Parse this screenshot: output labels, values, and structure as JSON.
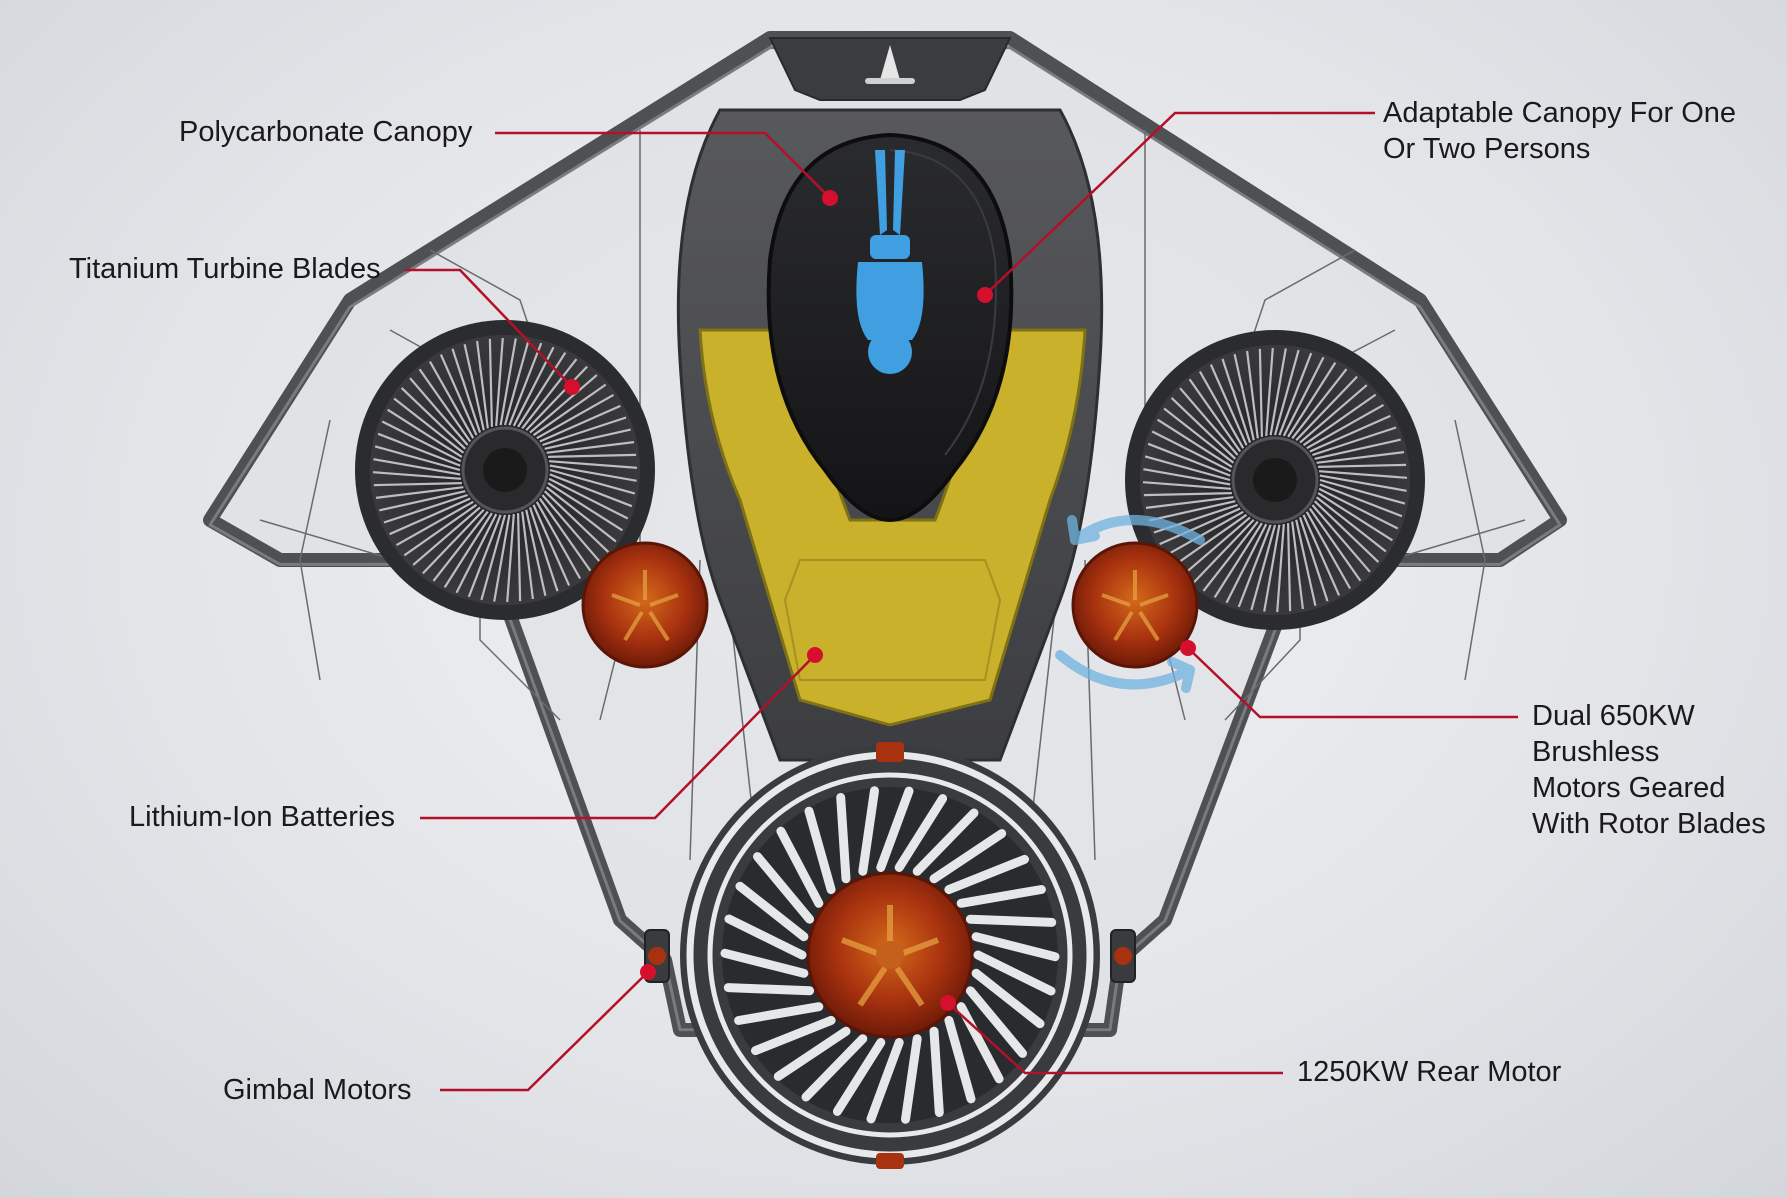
{
  "labels": {
    "polycarbonate_canopy": "Polycarbonate Canopy",
    "titanium_turbine_blades": "Titanium Turbine Blades",
    "lithium_ion_batteries": "Lithium-Ion Batteries",
    "gimbal_motors": "Gimbal Motors",
    "adaptable_canopy_line1": "Adaptable Canopy For One",
    "adaptable_canopy_line2": "Or Two Persons",
    "dual_motors_line1": "Dual 650KW",
    "dual_motors_line2": "Brushless",
    "dual_motors_line3": "Motors Geared",
    "dual_motors_line4": "With Rotor Blades",
    "rear_motor": "1250KW Rear Motor"
  },
  "colors": {
    "leader_line": "#b3102a",
    "leader_dot": "#d4102e",
    "body_dark": "#4a4b4e",
    "frame_gray": "#5c5d60",
    "battery_yellow": "#c6b02c",
    "pilot_blue": "#3f9fe0",
    "motor_red": "#a9300f",
    "rotation_arrow": "#6fb3e0"
  }
}
